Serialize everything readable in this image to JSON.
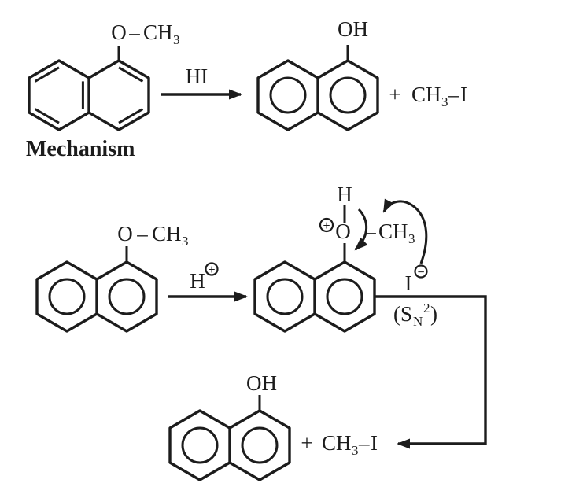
{
  "colors": {
    "ink": "#1c1c1c",
    "background": "#ffffff"
  },
  "overall_reaction": {
    "reactant_label": {
      "o": "O",
      "bond": "–",
      "ch": "CH",
      "sub": "3"
    },
    "arrow_label": "HI",
    "product_label": "OH",
    "byproduct": {
      "plus": "+",
      "ch": "CH",
      "sub": "3",
      "bond": "–",
      "i": "I"
    }
  },
  "mechanism_title": "Mechanism",
  "step1": {
    "reactant_label": {
      "o": "O",
      "bond": "–",
      "ch": "CH",
      "sub": "3"
    },
    "arrow_label": {
      "h": "H",
      "charge": "+"
    }
  },
  "intermediate": {
    "proton": "H",
    "oxygen_charge": "+",
    "oxygen": "O",
    "bond": "–",
    "ch": "CH",
    "sub": "3",
    "iodide": {
      "i": "I",
      "charge": "−"
    },
    "sn2_label": {
      "open_s": "(S",
      "sub_n": "N",
      "sup_two": "2",
      "close": ")"
    }
  },
  "final_step": {
    "product_label": "OH",
    "byproduct": {
      "plus": "+",
      "ch": "CH",
      "sub": "3",
      "bond": "–",
      "i": "I"
    }
  }
}
